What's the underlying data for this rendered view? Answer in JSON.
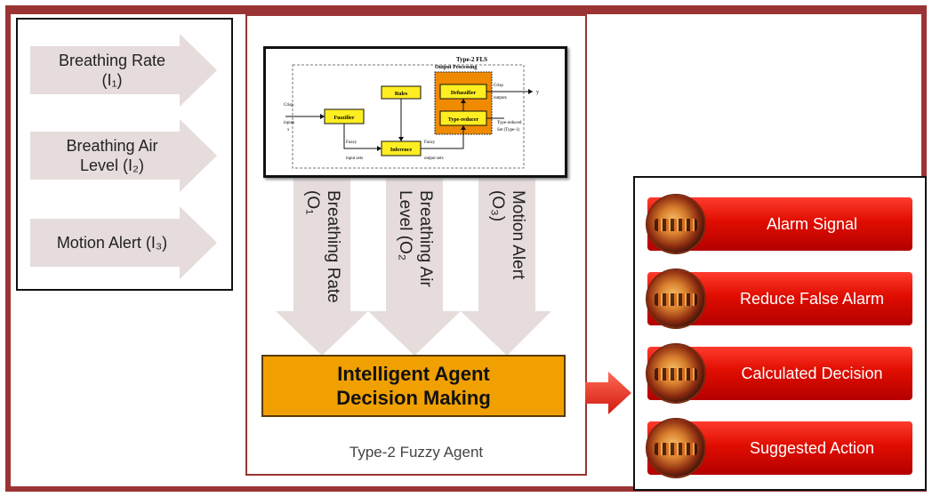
{
  "inputs": [
    {
      "line1": "Breathing Rate",
      "line2": "(I₁)"
    },
    {
      "line1": "Breathing Air",
      "line2": "Level (I₂)"
    },
    {
      "line1": "Motion Alert (I₃)",
      "line2": ""
    }
  ],
  "fls": {
    "title": "Type-2 FLS",
    "output_processing": "Output Processing",
    "rules": "Rules",
    "defuzzifier": "Defuzzifier",
    "fuzzifier": "Fuzzifier",
    "type_reducer": "Type-reducer",
    "inference": "Inference",
    "crisp_inputs": [
      "Crisp",
      "inputs",
      "x"
    ],
    "crisp_outputs": [
      "Crisp",
      "outputs"
    ],
    "fuzzy_input_sets": [
      "Fuzzy",
      "input sets"
    ],
    "fuzzy_output_sets": [
      "Fuzzy",
      "output sets"
    ],
    "type_reduced_set": [
      "Type-reduced",
      "Set (Type-1)"
    ],
    "y_label": "y"
  },
  "outputs": [
    {
      "line1": "Breathing Rate",
      "line2": "(O₁"
    },
    {
      "line1": "Breathing Air",
      "line2": "Level (O₂"
    },
    {
      "line1": "Motion Alert",
      "line2": "(O₃)"
    }
  ],
  "decision": {
    "line1": "Intelligent Agent",
    "line2": "Decision Making"
  },
  "agent_caption": "Type-2 Fuzzy Agent",
  "results": [
    "Alarm Signal",
    "Reduce False Alarm",
    "Calculated Decision",
    "Suggested Action"
  ],
  "colors": {
    "frame": "#9a3434",
    "arrow": "#e6dcdc",
    "decision": "#f0a000",
    "result": "#e00d00",
    "connector": "#e2382c"
  }
}
